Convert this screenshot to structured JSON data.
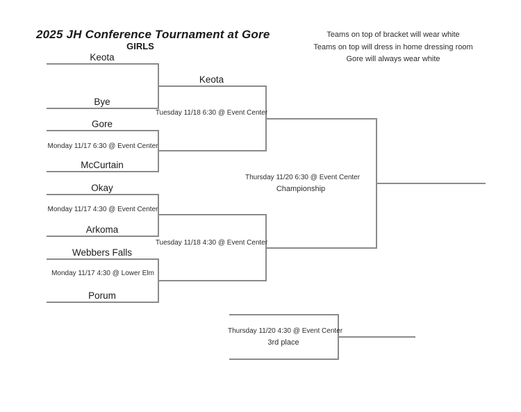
{
  "header": {
    "title": "2025 JH Conference Tournament at Gore",
    "subtitle": "GIRLS"
  },
  "notes": {
    "line1": "Teams on top of bracket will wear white",
    "line2": "Teams on top will dress in home dressing room",
    "line3": "Gore will always wear white"
  },
  "bracket": {
    "round1": {
      "game1": {
        "top_team": "Keota",
        "bottom_team": "Bye",
        "info": ""
      },
      "game2": {
        "top_team": "Gore",
        "bottom_team": "McCurtain",
        "info": "Monday 11/17 6:30 @ Event Center"
      },
      "game3": {
        "top_team": "Okay",
        "bottom_team": "Arkoma",
        "info": "Monday 11/17 4:30 @ Event Center"
      },
      "game4": {
        "top_team": "Webbers Falls",
        "bottom_team": "Porum",
        "info": "Monday 11/17 4:30 @ Lower Elm"
      }
    },
    "semifinals": {
      "game1": {
        "advanced_team": "Keota",
        "info": "Tuesday 11/18 6:30 @ Event Center"
      },
      "game2": {
        "advanced_team": "",
        "info": "Tuesday 11/18 4:30 @ Event Center"
      }
    },
    "championship": {
      "info": "Thursday 11/20 6:30 @ Event Center",
      "label": "Championship"
    },
    "third_place": {
      "info": "Thursday 11/20 4:30 @ Event Center",
      "label": "3rd place"
    }
  },
  "colors": {
    "line_color": "#8a8a8a",
    "text_color": "#1a1a1a",
    "page_background": "#ffffff"
  }
}
